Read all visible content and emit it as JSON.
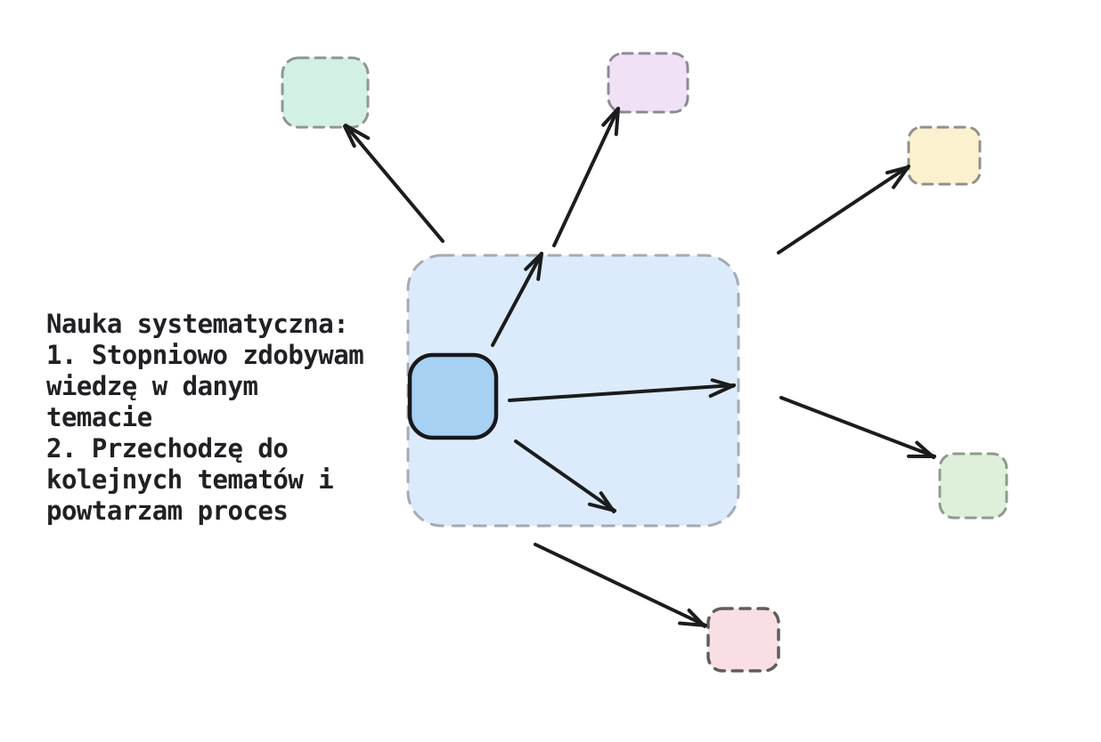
{
  "note": {
    "text": "Nauka systematyczna:\n1. Stopniowo zdobywam\nwiedzę w danym\ntemacie\n2. Przechodzę do\nkolejnych tematów i\npowtarzam proces"
  },
  "colors": {
    "background": "#ffffff",
    "text": "#202124",
    "arrow": "#1b1c1e"
  },
  "nodes": {
    "container": {
      "role": "current-topic-area",
      "fill": "#dcebfb",
      "stroke": "#a5abb5"
    },
    "core": {
      "role": "current-topic",
      "fill": "#a7d1f3",
      "stroke": "#17181c"
    },
    "mint": {
      "role": "next-topic",
      "fill": "#d3f1e3",
      "stroke": "#8f9697"
    },
    "lavender": {
      "role": "next-topic",
      "fill": "#f1e1f7",
      "stroke": "#8e8a94"
    },
    "yellow": {
      "role": "next-topic",
      "fill": "#fbf1cf",
      "stroke": "#92908a"
    },
    "green": {
      "role": "next-topic",
      "fill": "#dff0da",
      "stroke": "#8e9b8d"
    },
    "pink": {
      "role": "next-topic",
      "fill": "#f9dfe3",
      "stroke": "#5e5e60"
    }
  }
}
